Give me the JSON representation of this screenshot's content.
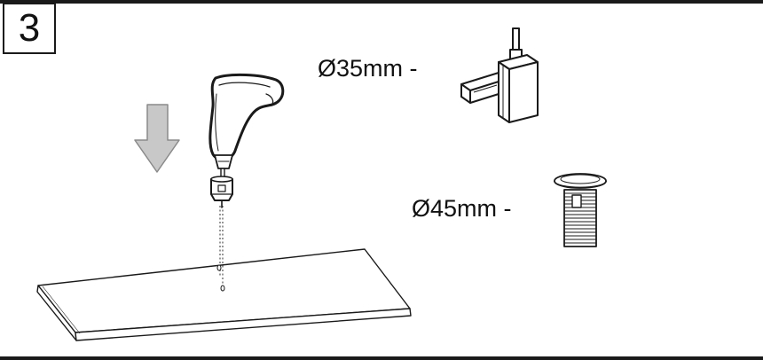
{
  "step": {
    "number": "3"
  },
  "labels": {
    "hole_35": "Ø35mm -",
    "hole_45": "Ø45mm -"
  },
  "icons": {
    "direction": "arrow-down-icon",
    "tool": "power-drill-icon",
    "part_35": "basin-tap-icon",
    "part_45": "waste-plug-icon",
    "surface": "countertop-icon"
  },
  "colors": {
    "line": "#1a1a1a",
    "arrow_fill": "#c8c8c8",
    "arrow_stroke": "#8a8a8a"
  }
}
